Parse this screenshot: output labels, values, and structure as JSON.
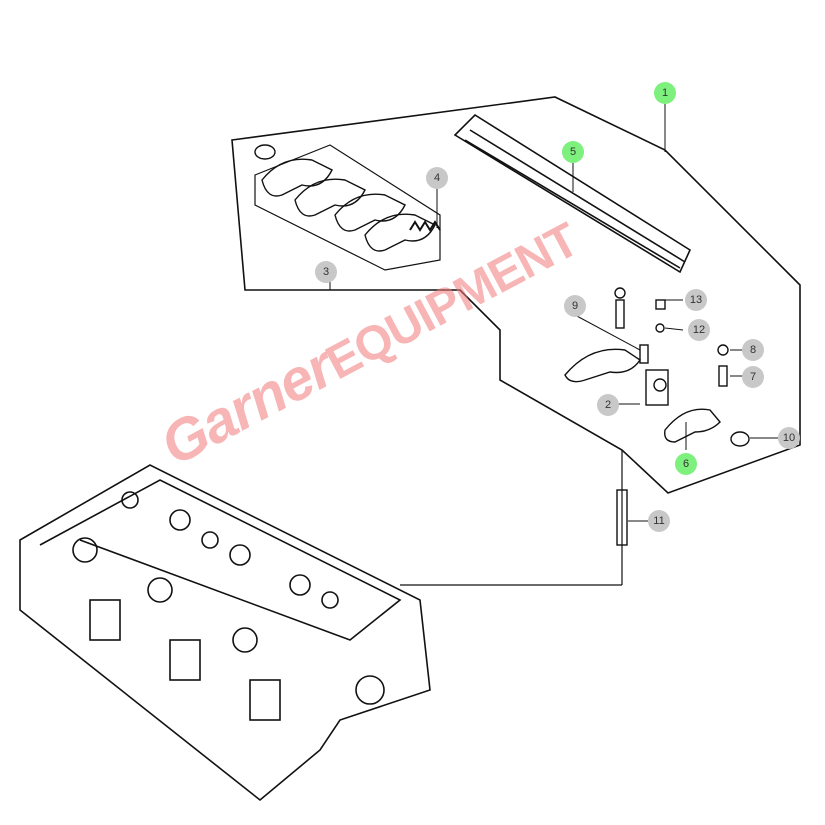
{
  "diagram": {
    "title": "Rocker arm assembly and cylinder head exploded view",
    "watermark": "Garner EQUIPMENT",
    "highlight_color": "#7ef07e",
    "callout_color": "#c8c8c8",
    "callouts": [
      {
        "id": "1",
        "label": "1",
        "highlighted": true
      },
      {
        "id": "2",
        "label": "2",
        "highlighted": false
      },
      {
        "id": "3",
        "label": "3",
        "highlighted": false
      },
      {
        "id": "4",
        "label": "4",
        "highlighted": false
      },
      {
        "id": "5",
        "label": "5",
        "highlighted": true
      },
      {
        "id": "6",
        "label": "6",
        "highlighted": true
      },
      {
        "id": "7",
        "label": "7",
        "highlighted": false
      },
      {
        "id": "8",
        "label": "8",
        "highlighted": false
      },
      {
        "id": "9",
        "label": "9",
        "highlighted": false
      },
      {
        "id": "10",
        "label": "10",
        "highlighted": false
      },
      {
        "id": "11",
        "label": "11",
        "highlighted": false
      },
      {
        "id": "12",
        "label": "12",
        "highlighted": false
      },
      {
        "id": "13",
        "label": "13",
        "highlighted": false
      }
    ]
  }
}
